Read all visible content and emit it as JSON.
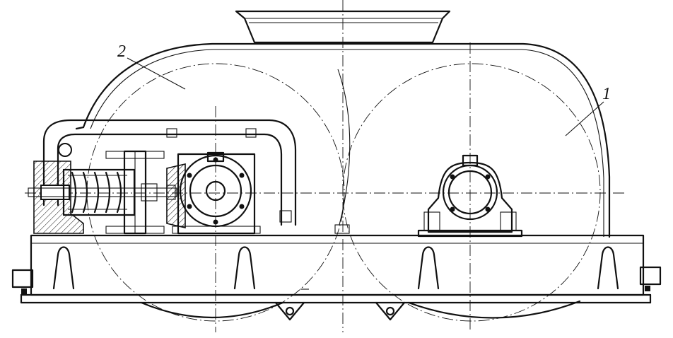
{
  "callouts": [
    {
      "id": "callout-2",
      "text": "2"
    },
    {
      "id": "callout-1",
      "text": "1"
    }
  ],
  "colors": {
    "ink": "#111111",
    "paper": "#ffffff"
  }
}
